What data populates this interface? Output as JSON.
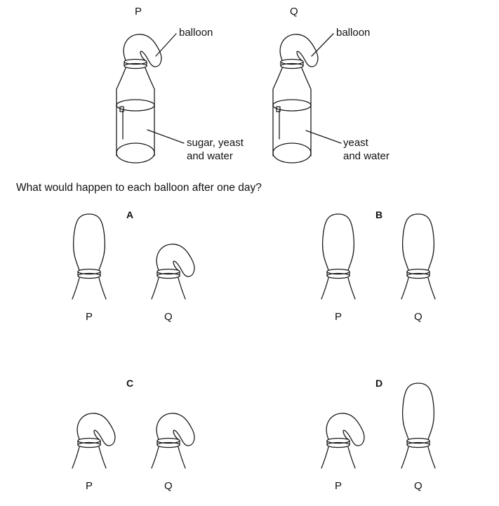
{
  "setup": {
    "bottle_p": {
      "label": "P",
      "balloon_label": "balloon",
      "contents_label_line1": "sugar, yeast",
      "contents_label_line2": "and water"
    },
    "bottle_q": {
      "label": "Q",
      "balloon_label": "balloon",
      "contents_label_line1": "yeast",
      "contents_label_line2": "and water"
    }
  },
  "question": "What would happen to each balloon after one day?",
  "options": [
    {
      "letter": "A",
      "p_label": "P",
      "q_label": "Q",
      "p_balloon": "inflated",
      "q_balloon": "deflated"
    },
    {
      "letter": "B",
      "p_label": "P",
      "q_label": "Q",
      "p_balloon": "inflated",
      "q_balloon": "inflated"
    },
    {
      "letter": "C",
      "p_label": "P",
      "q_label": "Q",
      "p_balloon": "deflated",
      "q_balloon": "deflated"
    },
    {
      "letter": "D",
      "p_label": "P",
      "q_label": "Q",
      "p_balloon": "deflated",
      "q_balloon": "inflated"
    }
  ]
}
